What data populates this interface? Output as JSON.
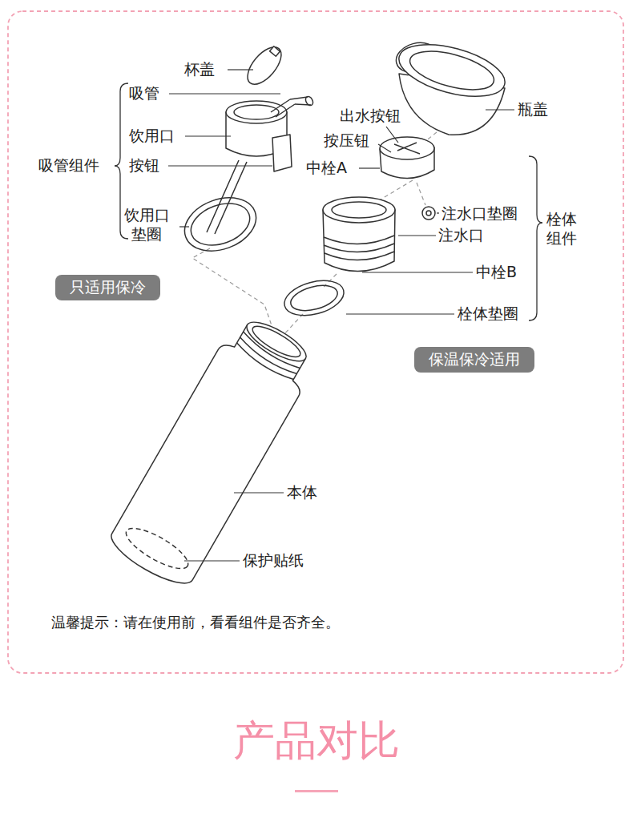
{
  "diagram": {
    "nodes": [
      {
        "text": [
          "只适用保冷"
        ]
      },
      {
        "text": [
          "保温保冷适用"
        ]
      }
    ],
    "labels": [
      "杯盖",
      "吸管",
      "饮用口",
      "按钮",
      "饮用口 垫圈",
      "吸管组件",
      "瓶盖",
      "出水按钮",
      "按压钮",
      "中栓A",
      "注水口垫圈",
      "注水口",
      "中栓B",
      "栓体垫圈",
      "栓体 组件",
      "本体",
      "保护贴纸",
      "温馨提示：请在使用前，看看组件是否齐全。",
      "产品对比"
    ]
  }
}
